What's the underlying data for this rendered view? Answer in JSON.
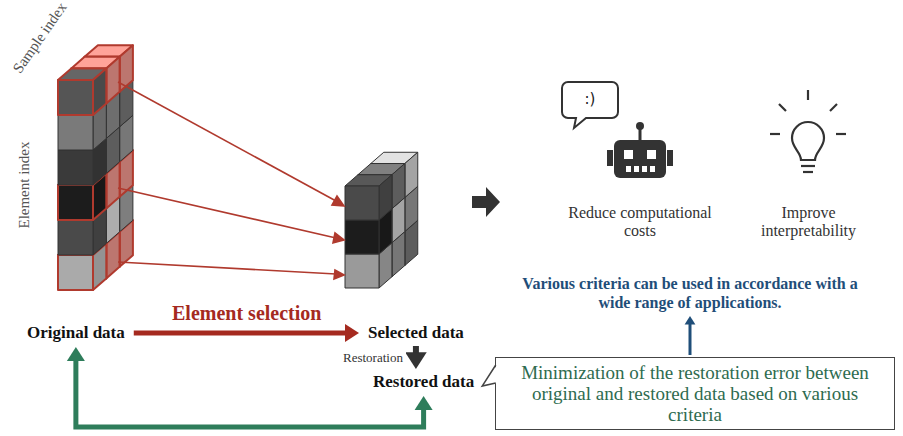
{
  "diagram": {
    "nodes": [
      {
        "text": [
          "Original data"
        ]
      },
      {
        "text": [
          "Selected data"
        ]
      },
      {
        "text": [
          "Restored data"
        ]
      },
      {
        "text": [
          "Minimization of the restoration error between original and restored data based on various criteria"
        ]
      },
      {
        "text": [
          "Various criteria can be used in accordance with a wide range of applications."
        ]
      },
      {
        "text": [
          "Reduce computational costs"
        ]
      },
      {
        "text": [
          "Improve interpretability"
        ]
      }
    ],
    "edges": [
      {
        "from": 0,
        "to": 1,
        "arrow": "to",
        "label": "Element selection"
      },
      {
        "from": 1,
        "to": 2,
        "arrow": "to",
        "label": "Restoration"
      },
      {
        "from": 2,
        "to": 0,
        "arrow": "both"
      },
      {
        "from": 3,
        "to": 4,
        "arrow": "to"
      }
    ],
    "labels": [
      "Sample index",
      "Element index",
      ":)"
    ]
  }
}
